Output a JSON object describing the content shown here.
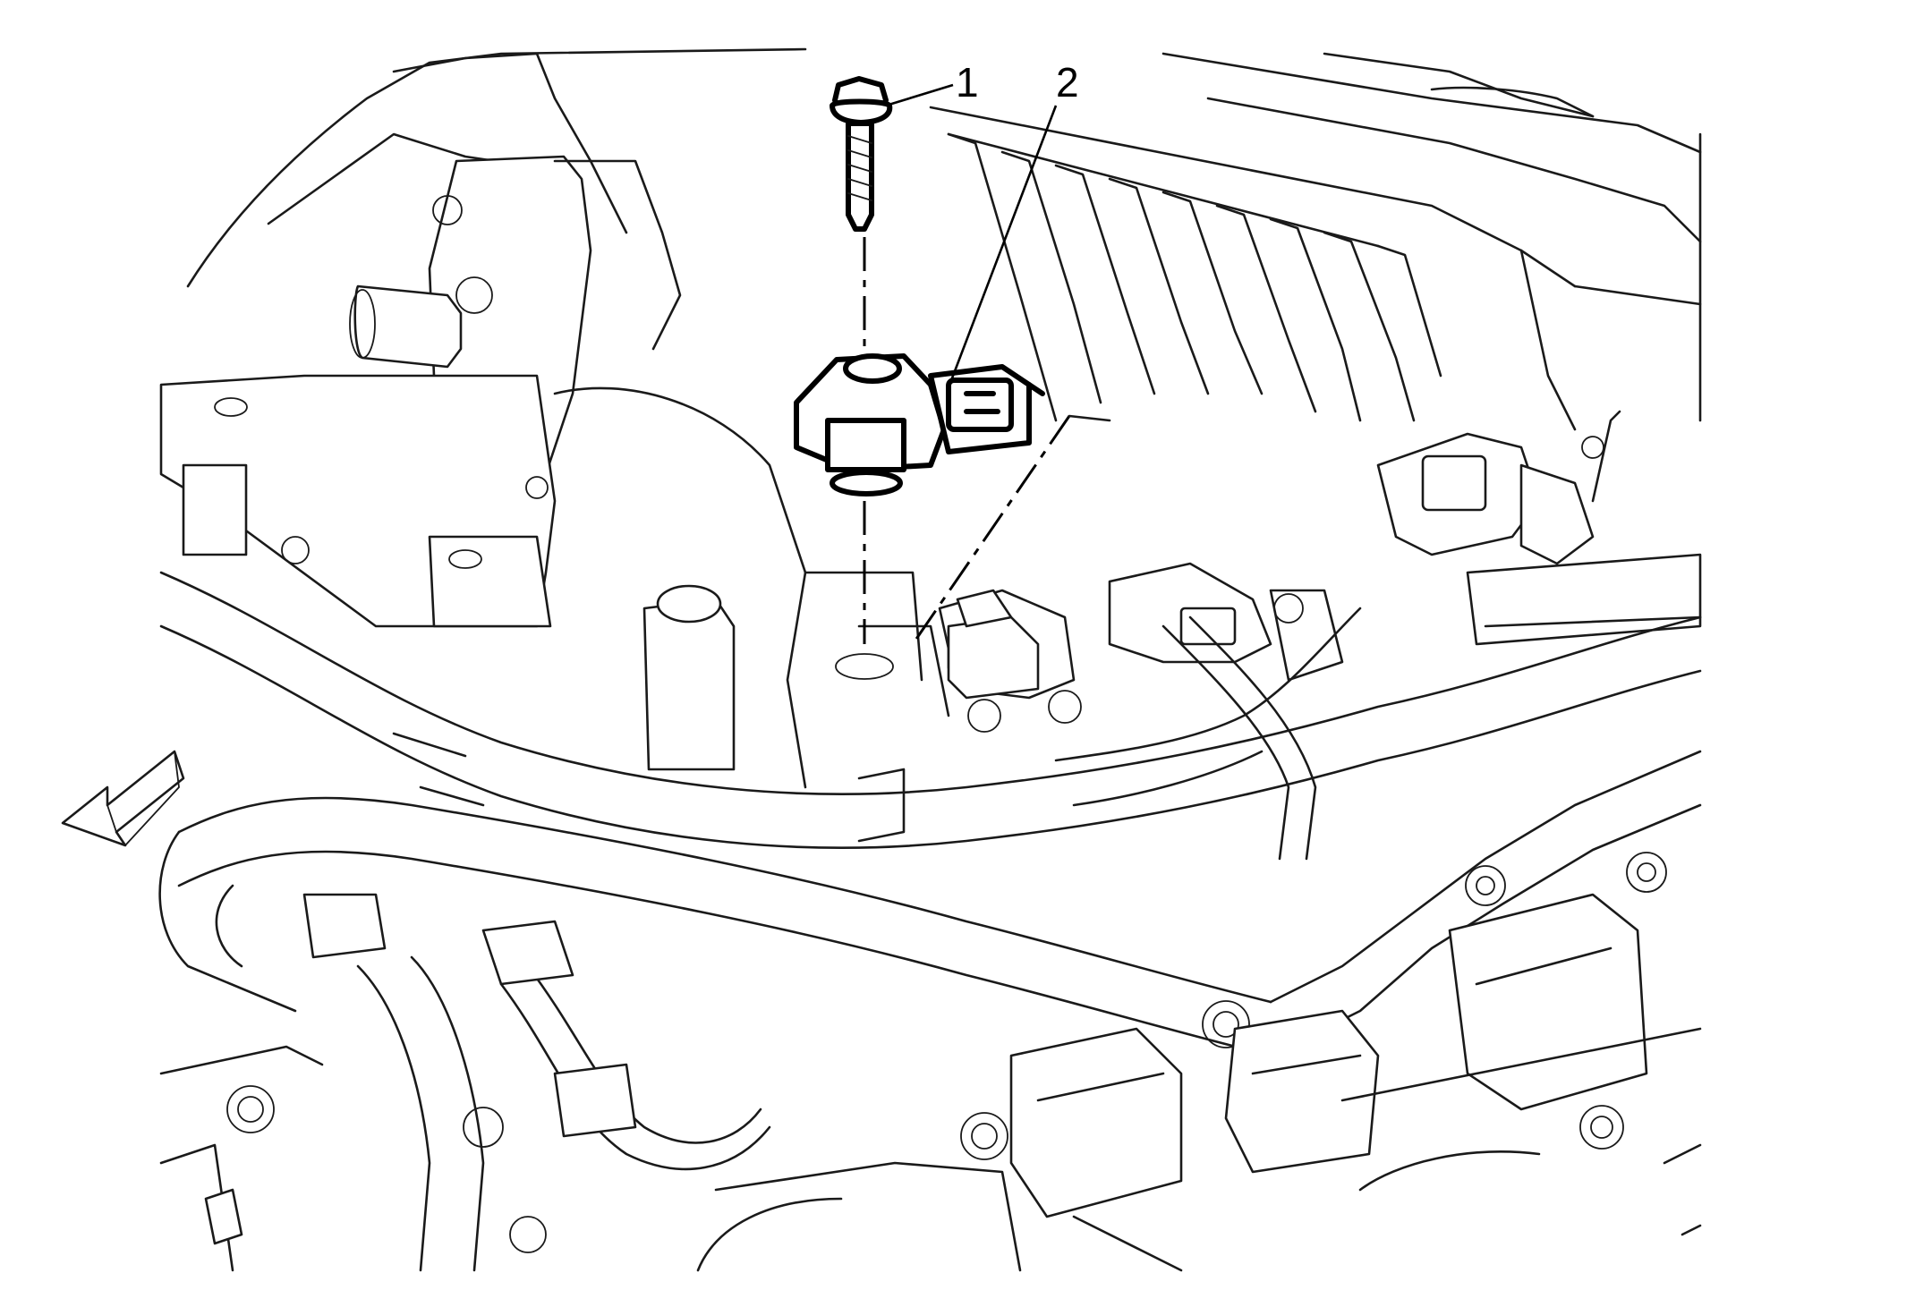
{
  "figure": {
    "description_hidden": "",
    "callouts": [
      {
        "id": "1",
        "label": "1"
      },
      {
        "id": "2",
        "label": "2"
      }
    ],
    "icons": {
      "direction_arrow": "front-arrow-icon",
      "bolt": "bolt-icon",
      "sensor": "sensor-icon"
    }
  },
  "colors": {
    "line": "#1a1a1a",
    "background": "#ffffff"
  }
}
